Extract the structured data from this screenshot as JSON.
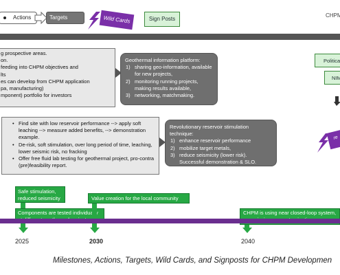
{
  "legend": {
    "actions": "Actions",
    "targets": "Targets",
    "wild_cards": "Wild Cards",
    "sign_posts": "Sign Posts",
    "chphm_label": "CHPM"
  },
  "action_box_1": {
    "lines": [
      "g prospective areas.",
      "on.",
      "feeding into CHPM objectives and",
      "lts",
      "es can develop from CHPM application",
      "pa, manufacturing)",
      "mponent) portfolio for investors"
    ]
  },
  "target_box_1": {
    "title": "Geothermal information platform:",
    "items": [
      {
        "n": "1)",
        "text": "sharing geo-information, available for new projects,"
      },
      {
        "n": "2)",
        "text": "monitoring running projects, making results available,"
      },
      {
        "n": "3)",
        "text": "networking, matchmaking."
      }
    ]
  },
  "action_box_2": {
    "items": [
      "Find site with low reservoir performance --> apply soft leaching --> measure added benefits, --> demonstration example.",
      "De-risk, soft stimulation, over long period of time, leaching, lower seismic risk, no fracking",
      "Offer free fluid lab testing for geothermal project, pro-contra (pre)feasibility report."
    ]
  },
  "target_box_2": {
    "title": "Revolutionary reservoir stimulation technique:",
    "items": [
      {
        "n": "1)",
        "text": "enhance reservoir performance"
      },
      {
        "n": "2)",
        "text": "mobilize target metals,"
      },
      {
        "n": "3)",
        "text": "reduce seismicity (lower risk). Successful demonstration & SLO."
      }
    ]
  },
  "right_boxes": {
    "political": "Politica",
    "nim": "NIM",
    "wild_partial": "re"
  },
  "milestones": {
    "safe_stimulation": "Safe stimulation, reduced seismicity",
    "components": "Components are tested individually at different geothermal projects",
    "value_creation": "Value creation for the local community",
    "closed_loop": "CHPM is using near closed-loop system, no emission, no contamination"
  },
  "years": {
    "y2025": "2025",
    "y2030": "2030",
    "y2040": "2040"
  },
  "caption": "Milestones, Actions, Targets, Wild Cards, and Signposts for CHPM Developmen",
  "colors": {
    "timeline": "#6a2e8f",
    "milestone_green": "#27a844",
    "target_gray": "#6f6f6f",
    "wild_purple": "#7a2fa8"
  }
}
